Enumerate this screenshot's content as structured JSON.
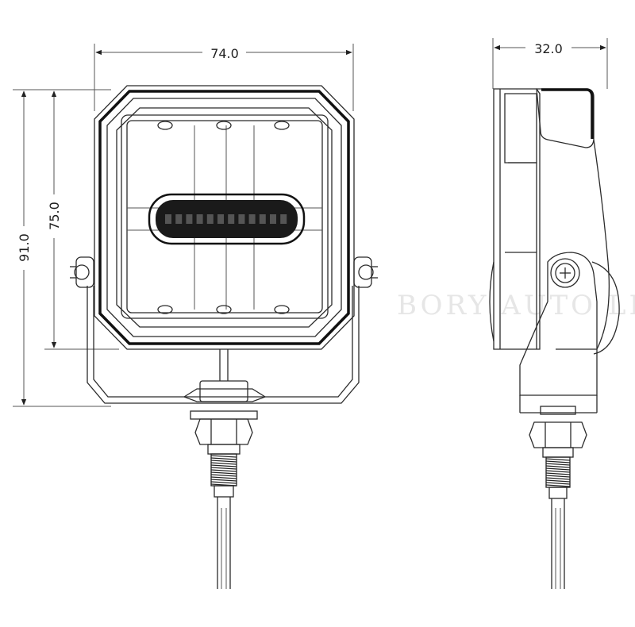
{
  "dimensions": {
    "front_width": "74.0",
    "front_height_total": "91.0",
    "front_height_housing": "75.0",
    "side_depth": "32.0"
  },
  "watermark": "BORY AUTO LIGHT",
  "colors": {
    "line": "#2b2b2b",
    "led": "#111111",
    "watermark": "#e6e6e6"
  }
}
